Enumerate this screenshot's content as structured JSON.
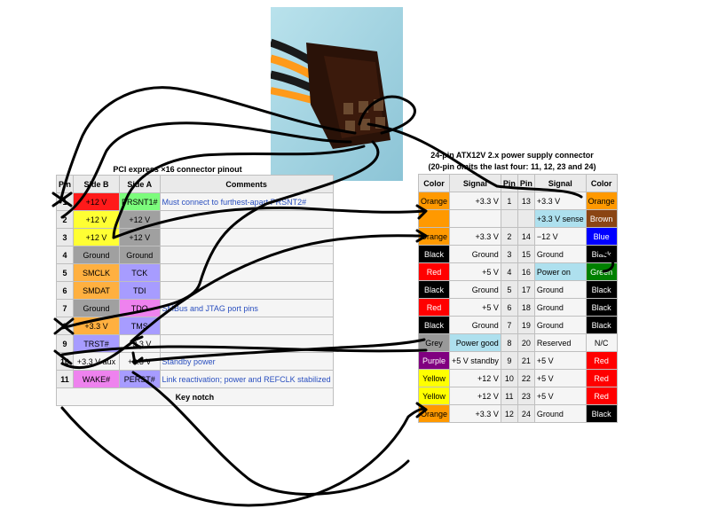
{
  "pcie": {
    "title": "PCI express ×16 connector pinout",
    "headers": [
      "Pin",
      "Side B",
      "Side A",
      "Comments"
    ],
    "rows": [
      {
        "pin": "1",
        "b": "+12 V",
        "bc": "#ff1a1a",
        "a": "PRSNT1#",
        "ac": "#7cfc7c",
        "comment": "Must connect to furthest-apart PRSNT2#"
      },
      {
        "pin": "2",
        "b": "+12 V",
        "bc": "#ffff33",
        "a": "+12 V",
        "ac": "#a0a0a0",
        "comment": ""
      },
      {
        "pin": "3",
        "b": "+12 V",
        "bc": "#ffff33",
        "a": "+12 V",
        "ac": "#a0a0a0",
        "comment": ""
      },
      {
        "pin": "4",
        "b": "Ground",
        "bc": "#a0a0a0",
        "a": "Ground",
        "ac": "#a0a0a0",
        "comment": ""
      },
      {
        "pin": "5",
        "b": "SMCLK",
        "bc": "#ffb040",
        "a": "TCK",
        "ac": "#a79cff",
        "comment": ""
      },
      {
        "pin": "6",
        "b": "SMDAT",
        "bc": "#ffb040",
        "a": "TDI",
        "ac": "#a79cff",
        "comment": ""
      },
      {
        "pin": "7",
        "b": "Ground",
        "bc": "#a0a0a0",
        "a": "TDO",
        "ac": "#ee82ee",
        "comment": "SMBus and JTAG port pins"
      },
      {
        "pin": "8",
        "b": "+3.3 V",
        "bc": "#ffb040",
        "a": "TMS",
        "ac": "#a79cff",
        "comment": ""
      },
      {
        "pin": "9",
        "b": "TRST#",
        "bc": "#a79cff",
        "a": "+3.3 V",
        "ac": "#f5f5f5",
        "comment": ""
      },
      {
        "pin": "10",
        "b": "+3.3 V aux",
        "bc": "#f5f5f5",
        "a": "+3.3 V",
        "ac": "#f5f5f5",
        "comment": "Standby power"
      },
      {
        "pin": "11",
        "b": "WAKE#",
        "bc": "#ee82ee",
        "a": "PERST#",
        "ac": "#a79cff",
        "comment": "Link reactivation; power and REFCLK stabilized"
      }
    ],
    "notch": "Key notch"
  },
  "atx": {
    "title": "24-pin ATX12V 2.x power supply connector",
    "subtitle": "(20-pin omits the last four: 11, 12, 23 and 24)",
    "headers": [
      "Color",
      "Signal",
      "Pin",
      "Pin",
      "Signal",
      "Color"
    ],
    "rows": [
      {
        "lc": "Orange",
        "lcc": "#ff9900",
        "lct": "#000",
        "ls": "+3.3 V",
        "lsb": "#f5f5f5",
        "lp": "1",
        "rp": "13",
        "rs": "+3.3 V",
        "rsb": "#f5f5f5",
        "rc": "Orange",
        "rcc": "#ff9900",
        "rct": "#000"
      },
      {
        "lc": "",
        "lcc": "#ff9900",
        "lct": "#000",
        "ls": "",
        "lsb": "#f5f5f5",
        "lp": "",
        "rp": "",
        "rs": "+3.3 V sense",
        "rsb": "#aee0ee",
        "rc": "Brown",
        "rcc": "#8b4513",
        "rct": "#fff"
      },
      {
        "lc": "Orange",
        "lcc": "#ff9900",
        "lct": "#000",
        "ls": "+3.3 V",
        "lsb": "#f5f5f5",
        "lp": "2",
        "rp": "14",
        "rs": "−12 V",
        "rsb": "#f5f5f5",
        "rc": "Blue",
        "rcc": "#0000ff",
        "rct": "#fff"
      },
      {
        "lc": "Black",
        "lcc": "#000000",
        "lct": "#fff",
        "ls": "Ground",
        "lsb": "#f5f5f5",
        "lp": "3",
        "rp": "15",
        "rs": "Ground",
        "rsb": "#f5f5f5",
        "rc": "Black",
        "rcc": "#000000",
        "rct": "#fff"
      },
      {
        "lc": "Red",
        "lcc": "#ff0000",
        "lct": "#fff",
        "ls": "+5 V",
        "lsb": "#f5f5f5",
        "lp": "4",
        "rp": "16",
        "rs": "Power on",
        "rsb": "#aee0ee",
        "rc": "Green",
        "rcc": "#008000",
        "rct": "#fff"
      },
      {
        "lc": "Black",
        "lcc": "#000000",
        "lct": "#fff",
        "ls": "Ground",
        "lsb": "#f5f5f5",
        "lp": "5",
        "rp": "17",
        "rs": "Ground",
        "rsb": "#f5f5f5",
        "rc": "Black",
        "rcc": "#000000",
        "rct": "#fff"
      },
      {
        "lc": "Red",
        "lcc": "#ff0000",
        "lct": "#fff",
        "ls": "+5 V",
        "lsb": "#f5f5f5",
        "lp": "6",
        "rp": "18",
        "rs": "Ground",
        "rsb": "#f5f5f5",
        "rc": "Black",
        "rcc": "#000000",
        "rct": "#fff"
      },
      {
        "lc": "Black",
        "lcc": "#000000",
        "lct": "#fff",
        "ls": "Ground",
        "lsb": "#f5f5f5",
        "lp": "7",
        "rp": "19",
        "rs": "Ground",
        "rsb": "#f5f5f5",
        "rc": "Black",
        "rcc": "#000000",
        "rct": "#fff"
      },
      {
        "lc": "Grey",
        "lcc": "#999999",
        "lct": "#000",
        "ls": "Power good",
        "lsb": "#aee0ee",
        "lp": "8",
        "rp": "20",
        "rs": "Reserved",
        "rsb": "#f5f5f5",
        "rc": "N/C",
        "rcc": "#f5f5f5",
        "rct": "#000"
      },
      {
        "lc": "Purple",
        "lcc": "#800080",
        "lct": "#fff",
        "ls": "+5 V standby",
        "lsb": "#f5f5f5",
        "lp": "9",
        "rp": "21",
        "rs": "+5 V",
        "rsb": "#f5f5f5",
        "rc": "Red",
        "rcc": "#ff0000",
        "rct": "#fff"
      },
      {
        "lc": "Yellow",
        "lcc": "#ffff00",
        "lct": "#000",
        "ls": "+12 V",
        "lsb": "#f5f5f5",
        "lp": "10",
        "rp": "22",
        "rs": "+5 V",
        "rsb": "#f5f5f5",
        "rc": "Red",
        "rcc": "#ff0000",
        "rct": "#fff"
      },
      {
        "lc": "Yellow",
        "lcc": "#ffff00",
        "lct": "#000",
        "ls": "+12 V",
        "lsb": "#f5f5f5",
        "lp": "11",
        "rp": "23",
        "rs": "+5 V",
        "rsb": "#f5f5f5",
        "rc": "Red",
        "rcc": "#ff0000",
        "rct": "#fff"
      },
      {
        "lc": "Orange",
        "lcc": "#ff9900",
        "lct": "#000",
        "ls": "+3.3 V",
        "lsb": "#f5f5f5",
        "lp": "12",
        "rp": "24",
        "rs": "Ground",
        "rsb": "#f5f5f5",
        "rc": "Black",
        "rcc": "#000000",
        "rct": "#fff"
      }
    ]
  }
}
